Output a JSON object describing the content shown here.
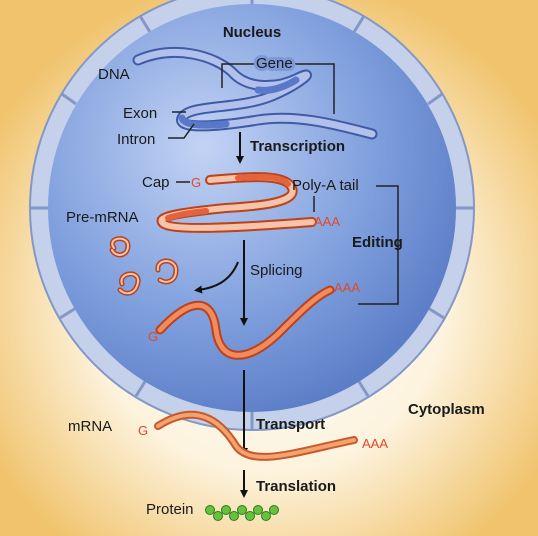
{
  "labels": {
    "nucleus": "Nucleus",
    "dna": "DNA",
    "gene": "Gene",
    "exon": "Exon",
    "intron": "Intron",
    "transcription": "Transcription",
    "cap": "Cap",
    "cap_letter": "G",
    "poly_a_tail": "Poly-A tail",
    "pre_mrna": "Pre-mRNA",
    "aaa_pre": "AAA",
    "editing": "Editing",
    "splicing": "Splicing",
    "aaa_spliced": "AAA",
    "g_spliced": "G",
    "cytoplasm": "Cytoplasm",
    "mrna": "mRNA",
    "g_mrna": "G",
    "transport": "Transport",
    "aaa_mrna": "AAA",
    "translation": "Translation",
    "protein": "Protein"
  },
  "colors": {
    "cytoplasm": "#f3c56e",
    "envelope": "#b9c6e4",
    "nucleus": "#6d8fd2",
    "dna": "#9aaee0",
    "rna": "#e4633a",
    "rna_light": "#f7c3a9",
    "protein": "#66c23c",
    "arrow": "#111111"
  }
}
